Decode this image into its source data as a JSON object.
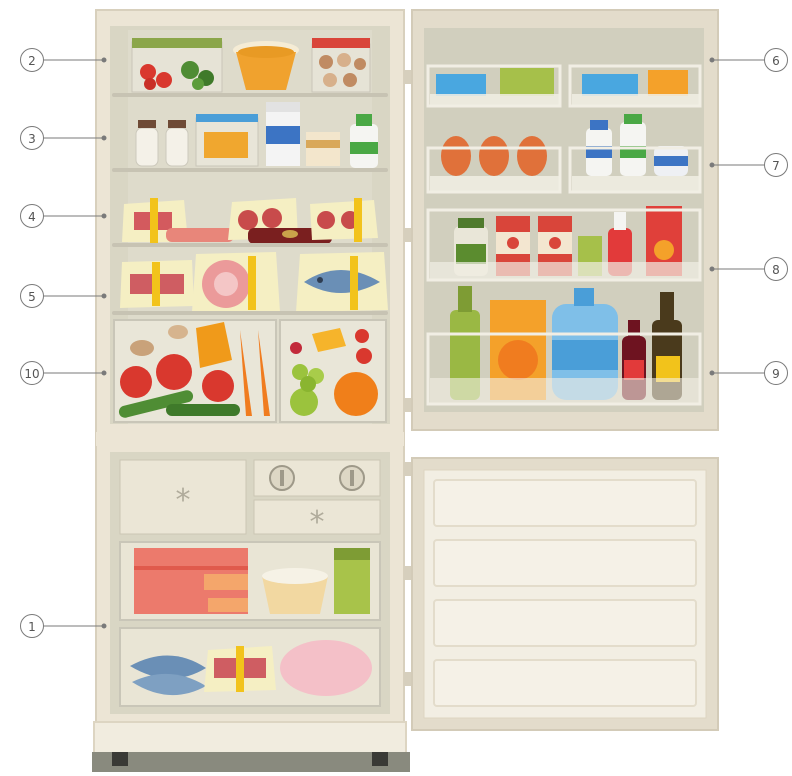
{
  "diagram": {
    "callouts_left": [
      {
        "number": "2",
        "zone": "top shelf"
      },
      {
        "number": "3",
        "zone": "upper middle shelf"
      },
      {
        "number": "4",
        "zone": "lower middle shelf"
      },
      {
        "number": "5",
        "zone": "bottom shelf"
      },
      {
        "number": "10",
        "zone": "crisper drawers"
      },
      {
        "number": "1",
        "zone": "freezer"
      }
    ],
    "callouts_right": [
      {
        "number": "6",
        "zone": "top door shelf"
      },
      {
        "number": "7",
        "zone": "egg and dairy door shelf"
      },
      {
        "number": "8",
        "zone": "condiment door shelf"
      },
      {
        "number": "9",
        "zone": "bottle door shelf"
      }
    ],
    "colors": {
      "cabinet": "#ece5d5",
      "interior": "#dcd9c8",
      "door": "#e3dccb",
      "wood_base": "#898a7e",
      "callout_line": "#7a7a7a"
    }
  }
}
